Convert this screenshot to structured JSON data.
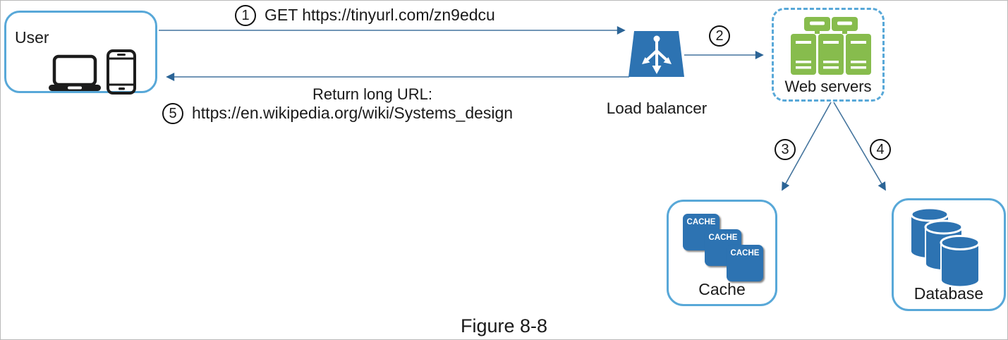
{
  "figure_caption": "Figure 8-8",
  "nodes": {
    "user": {
      "label": "User"
    },
    "load_balancer": {
      "label": "Load balancer"
    },
    "web_servers": {
      "label": "Web servers"
    },
    "cache": {
      "label": "Cache",
      "block_label": "CACHE"
    },
    "database": {
      "label": "Database"
    }
  },
  "steps": {
    "s1": {
      "number": "1",
      "label": "GET https://tinyurl.com/zn9edcu"
    },
    "s2": {
      "number": "2"
    },
    "s3": {
      "number": "3"
    },
    "s4": {
      "number": "4"
    },
    "s5": {
      "number": "5",
      "title": "Return long URL:",
      "label": "https://en.wikipedia.org/wiki/Systems_design"
    }
  },
  "colors": {
    "accent_blue": "#2d73b2",
    "light_blue_border": "#58a8d8",
    "server_green": "#87bc4d",
    "arrow_line": "#44749d",
    "arrow_head": "#2b6496"
  }
}
